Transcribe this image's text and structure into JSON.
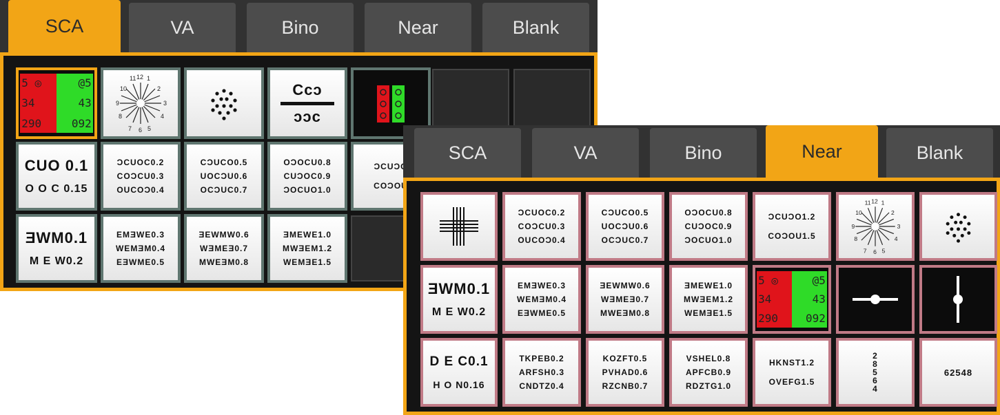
{
  "panel1": {
    "tabs": [
      "SCA",
      "VA",
      "Bino",
      "Near",
      "Blank"
    ],
    "active_tab": "SCA",
    "tiles": {
      "r1c1": {
        "left": [
          "5 ◎",
          "34",
          "290"
        ],
        "right": [
          "@5",
          "43",
          "092"
        ]
      },
      "r1c2": {
        "icon": "astigmatism-fan-icon",
        "numbers": "11 12 1 10 2 9 3 8 4 7 6 5"
      },
      "r1c3": {
        "icon": "dot-cluster-icon"
      },
      "r1c4": {
        "top": "Cᴄↄ",
        "bottom": "ↄᴐc"
      },
      "r1c5": {
        "icon": "red-green-small-icon"
      },
      "r2c1": {
        "rows": [
          "CUO 0.1",
          "O O C 0.15"
        ]
      },
      "r2c2": {
        "rows": [
          "ƆCUOC0.2",
          "COƆCU0.3",
          "OUCOƆ0.4"
        ]
      },
      "r2c3": {
        "rows": [
          "CƆUCO0.5",
          "UOCƆU0.6",
          "OCƆUC0.7"
        ]
      },
      "r2c4": {
        "rows": [
          "OƆOCU0.8",
          "CUƆOC0.9",
          "ƆOCUO1.0"
        ]
      },
      "r2c5": {
        "rows": [
          "ƆCUƆO",
          "COƆOU"
        ]
      },
      "r3c1": {
        "rows": [
          "ƎWM0.1",
          "M E W0.2"
        ]
      },
      "r3c2": {
        "rows": [
          "EMƎWE0.3",
          "WEMƎM0.4",
          "EƎWME0.5"
        ]
      },
      "r3c3": {
        "rows": [
          "ƎEWMW0.6",
          "WƎMEƎ0.7",
          "MWEƎM0.8"
        ]
      },
      "r3c4": {
        "rows": [
          "ƎMEWE1.0",
          "MWƎEM1.2",
          "WEMƎE1.5"
        ]
      }
    }
  },
  "panel2": {
    "tabs": [
      "SCA",
      "VA",
      "Bino",
      "Near",
      "Blank"
    ],
    "active_tab": "Near",
    "tiles": {
      "r1c1": {
        "icon": "cross-grid-icon"
      },
      "r1c2": {
        "rows": [
          "ƆCUOC0.2",
          "COƆCU0.3",
          "OUCOƆ0.4"
        ]
      },
      "r1c3": {
        "rows": [
          "CƆUCO0.5",
          "UOCƆU0.6",
          "OCƆUC0.7"
        ]
      },
      "r1c4": {
        "rows": [
          "OƆOCU0.8",
          "CUƆOC0.9",
          "ƆOCUO1.0"
        ]
      },
      "r1c5": {
        "rows": [
          "ƆCUƆO1.2",
          "COƆOU1.5"
        ]
      },
      "r1c6": {
        "icon": "astigmatism-fan-icon",
        "numbers": "11 12 1 10 2 9 3 8 4 7 6 5"
      },
      "r1c7": {
        "icon": "dot-cluster-icon"
      },
      "r2c1": {
        "rows": [
          "ƎWM0.1",
          "M E W0.2"
        ]
      },
      "r2c2": {
        "rows": [
          "EMƎWE0.3",
          "WEMƎM0.4",
          "EƎWME0.5"
        ]
      },
      "r2c3": {
        "rows": [
          "ƎEWMW0.6",
          "WƎMEƎ0.7",
          "MWEƎM0.8"
        ]
      },
      "r2c4": {
        "rows": [
          "ƎMEWE1.0",
          "MWƎEM1.2",
          "WEMƎE1.5"
        ]
      },
      "r2c5": {
        "left": [
          "5 ◎",
          "34",
          "290"
        ],
        "right": [
          "@5",
          "43",
          "092"
        ]
      },
      "r2c6": {
        "icon": "horizontal-line-dot-icon"
      },
      "r2c7": {
        "icon": "vertical-line-dot-icon"
      },
      "r3c1": {
        "rows": [
          "D E C0.1",
          "H O N0.16"
        ]
      },
      "r3c2": {
        "rows": [
          "TKPEB0.2",
          "ARFSH0.3",
          "CNDTZ0.4"
        ]
      },
      "r3c3": {
        "rows": [
          "KOZFT0.5",
          "PVHAD0.6",
          "RZCNB0.7"
        ]
      },
      "r3c4": {
        "rows": [
          "VSHEL0.8",
          "APFCB0.9",
          "RDZTG1.0"
        ]
      },
      "r3c5": {
        "rows": [
          "HKNST1.2",
          "OVEFG1.5"
        ]
      },
      "r3c6": {
        "digits": [
          "2",
          "8",
          "5",
          "6",
          "4"
        ]
      },
      "r3c7": {
        "text": "62548"
      }
    }
  }
}
